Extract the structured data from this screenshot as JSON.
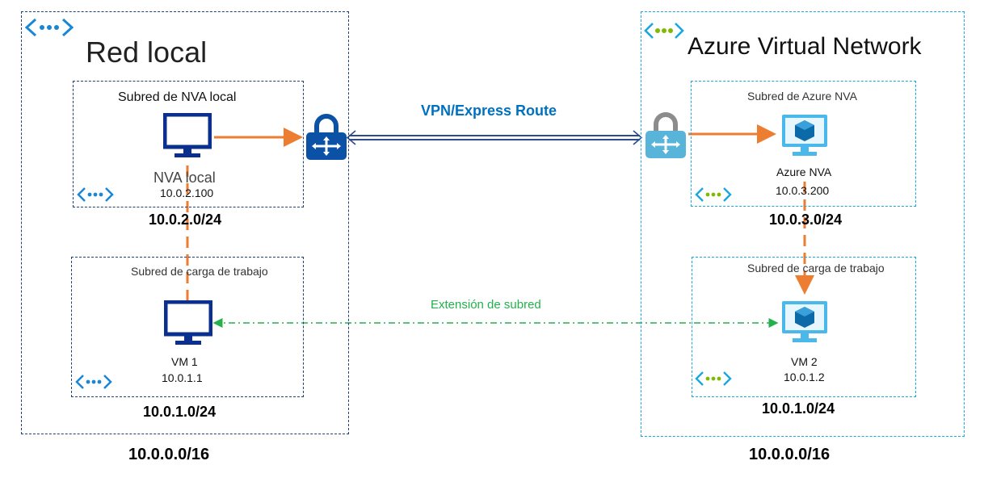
{
  "local": {
    "title": "Red local",
    "cidr": "10.0.0.0/16",
    "nva_subnet": {
      "title": "Subred de NVA local",
      "cidr": "10.0.2.0/24",
      "vm_name": "NVA local",
      "vm_ip": "10.0.2.100"
    },
    "workload_subnet": {
      "title": "Subred de carga de trabajo",
      "cidr": "10.0.1.0/24",
      "vm_name": "VM 1",
      "vm_ip": "10.0.1.1"
    }
  },
  "azure": {
    "title": "Azure Virtual Network",
    "cidr": "10.0.0.0/16",
    "nva_subnet": {
      "title": "Subred de Azure NVA",
      "cidr": "10.0.3.0/24",
      "vm_name": "Azure NVA",
      "vm_ip": "10.0.3.200"
    },
    "workload_subnet": {
      "title": "Subred de carga de trabajo",
      "cidr": "10.0.1.0/24",
      "vm_name": "VM 2",
      "vm_ip": "10.0.1.2"
    }
  },
  "links": {
    "vpn_label": "VPN/Express Route",
    "extension_label": "Extensión de subred"
  },
  "colors": {
    "dark_border": "#1f3f7a",
    "azure_border": "#1aa7dd",
    "orange": "#ed7d31",
    "vpn_link": "#2e4a8b",
    "extension": "#22b14c",
    "vm_local": "#0b2f8f",
    "vm_azure": "#4ab8ea"
  },
  "icons": [
    "vnet-icon",
    "vpn-gateway-icon",
    "monitor-icon",
    "azure-vm-icon"
  ]
}
